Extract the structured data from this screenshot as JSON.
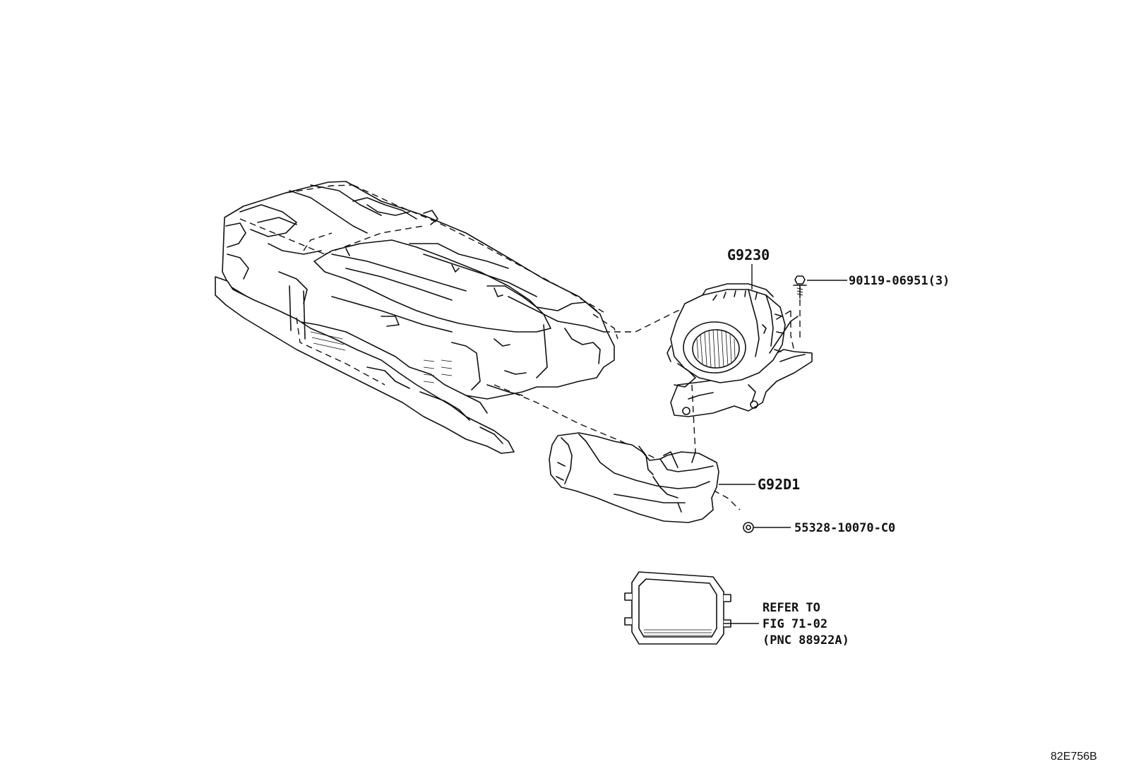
{
  "callouts": {
    "blower_assembly": "G9230",
    "duct": "G92D1",
    "bolt": "90119-06951(3)",
    "clip": "55328-10070-C0",
    "filter_refer_line1": "REFER TO",
    "filter_refer_line2": "FIG 71-02",
    "filter_refer_line3": "(PNC 88922A)"
  },
  "drawing_id": "82E756B",
  "colors": {
    "line": "#111111",
    "background": "#ffffff"
  }
}
